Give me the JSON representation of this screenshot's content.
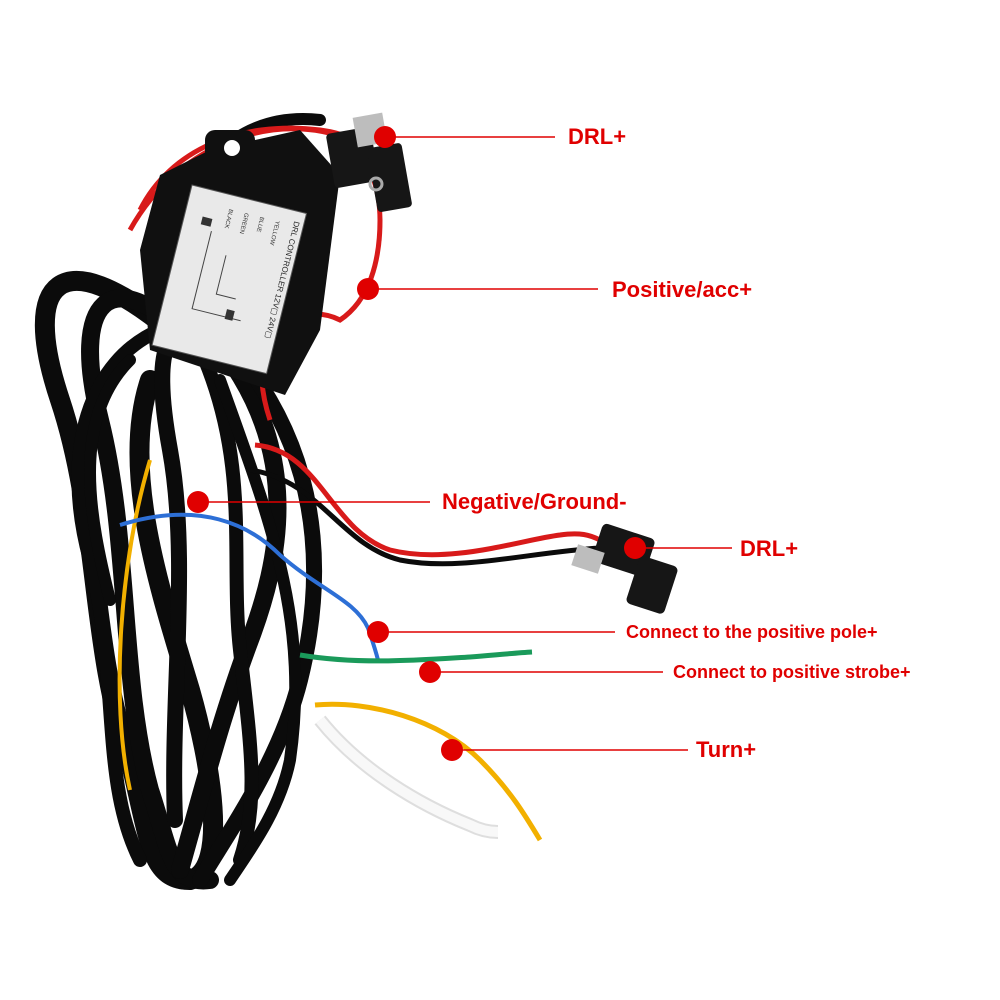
{
  "colors": {
    "label_text": "#e00000",
    "leader": "#e00000",
    "wire_red": "#d81a1a",
    "wire_black": "#0b0b0b",
    "wire_blue": "#2d6fd6",
    "wire_green": "#1a9a5a",
    "wire_yellow": "#f2b000",
    "wire_white": "#f4f4f4",
    "controller_label_bg": "#e9e9e9"
  },
  "controller": {
    "line1": "DRL CONTROLLER 12V▢ 24V▢",
    "line2": "YELLOW",
    "line3": "BLUE",
    "line4": "GREEN",
    "line5": "BLACK"
  },
  "callouts": [
    {
      "id": "drl-top",
      "text": "DRL+"
    },
    {
      "id": "positive-acc",
      "text": "Positive/acc+"
    },
    {
      "id": "negative-ground",
      "text": "Negative/Ground-"
    },
    {
      "id": "drl-connector",
      "text": "DRL+"
    },
    {
      "id": "positive-pole",
      "text": "Connect to the positive pole+"
    },
    {
      "id": "positive-strobe",
      "text": "Connect to positive strobe+"
    },
    {
      "id": "turn",
      "text": "Turn+"
    }
  ]
}
